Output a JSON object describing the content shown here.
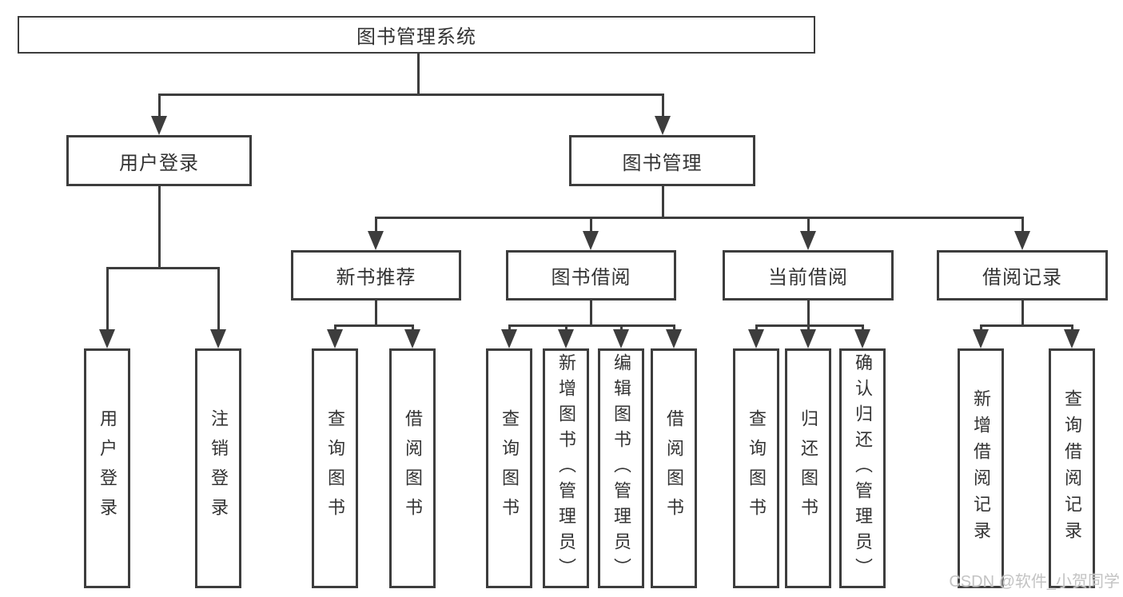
{
  "tree": {
    "label": "图书管理系统",
    "children": [
      {
        "label": "用户登录",
        "children": [
          {
            "label": "用户登录"
          },
          {
            "label": "注销登录"
          }
        ]
      },
      {
        "label": "图书管理",
        "children": [
          {
            "label": "新书推荐",
            "children": [
              {
                "label": "查询图书"
              },
              {
                "label": "借阅图书"
              }
            ]
          },
          {
            "label": "图书借阅",
            "children": [
              {
                "label": "查询图书"
              },
              {
                "label": "新增图书（管理员）"
              },
              {
                "label": "编辑图书（管理员）"
              },
              {
                "label": "借阅图书"
              }
            ]
          },
          {
            "label": "当前借阅",
            "children": [
              {
                "label": "查询图书"
              },
              {
                "label": "归还图书"
              },
              {
                "label": "确认归还（管理员）"
              }
            ]
          },
          {
            "label": "借阅记录",
            "children": [
              {
                "label": "新增借阅记录"
              },
              {
                "label": "查询借阅记录"
              }
            ]
          }
        ]
      }
    ]
  },
  "watermark": {
    "text": "CSDN @软件_小贺同学"
  },
  "colors": {
    "line": "#3d3d3d",
    "text": "#333333",
    "background": "#ffffff",
    "watermark": "#c3c3c3"
  }
}
